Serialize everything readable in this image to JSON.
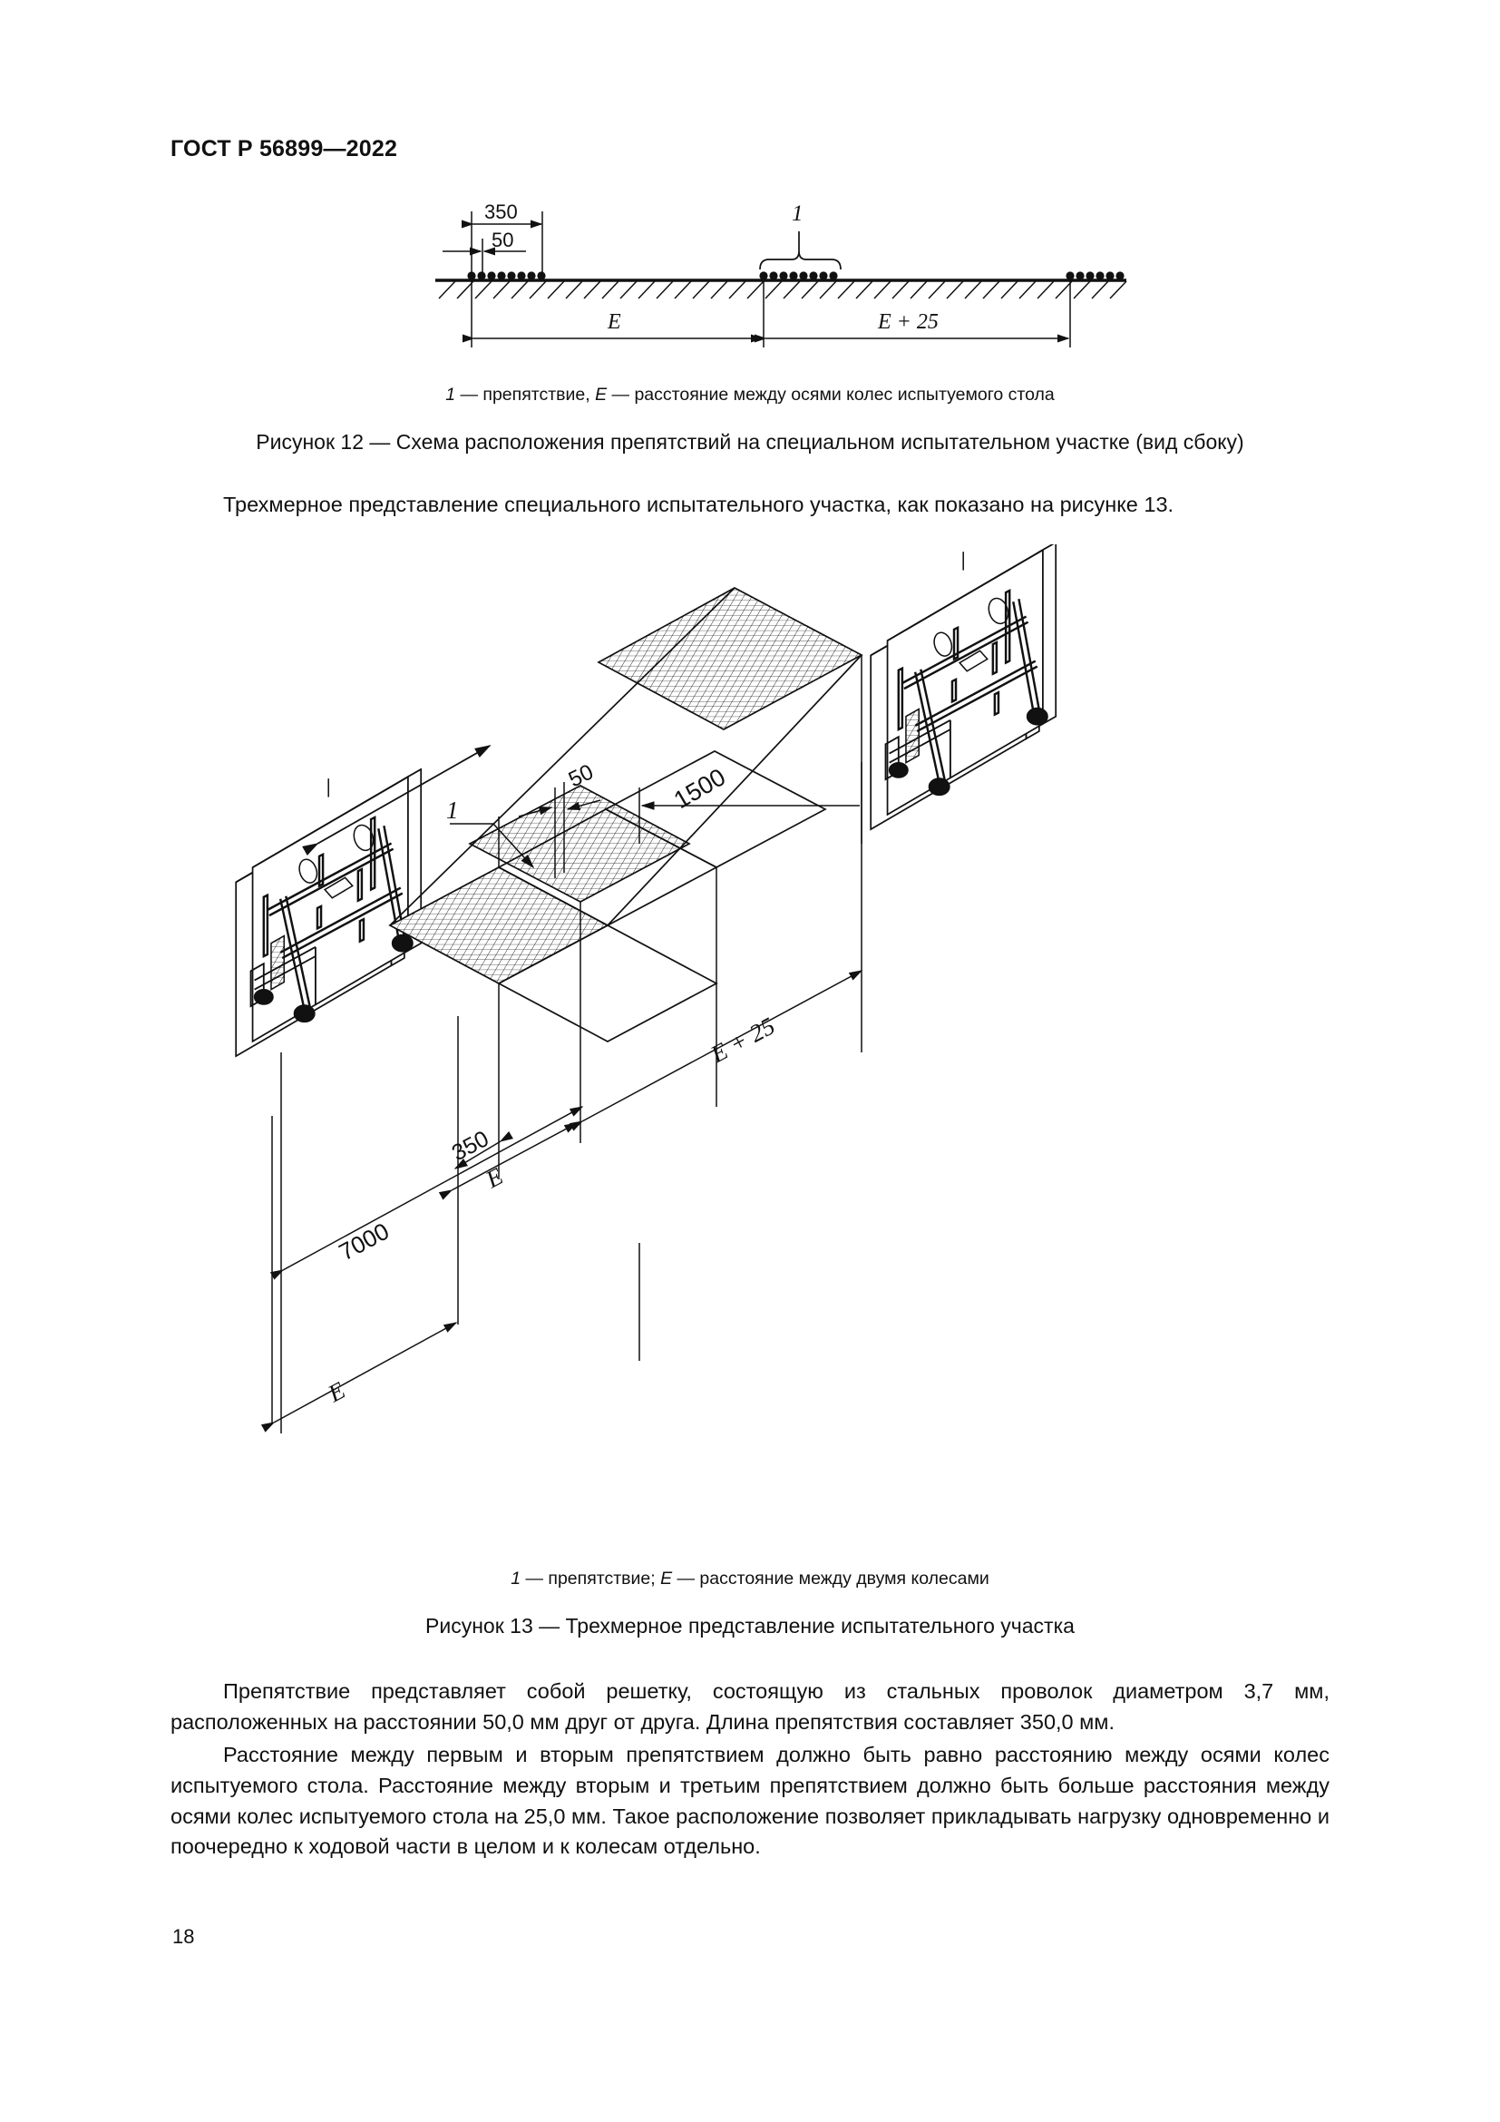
{
  "document": {
    "standard_header": "ГОСТ Р 56899—2022",
    "page_number": "18"
  },
  "figure12": {
    "key": "1 — препятствие, E — расстояние между осями колес испытуемого стола",
    "key_parts": {
      "item_no": "1",
      "item_sep": " — препятствие, ",
      "symbol": "E",
      "symbol_text": " — расстояние между осями колес испытуемого стола"
    },
    "title": "Рисунок 12 — Схема расположения препятствий на специальном испытательном участке (вид сбоку)",
    "labels": {
      "dim_350": "350",
      "dim_50": "50",
      "dim_E": "E",
      "dim_E25": "E + 25",
      "callout_1": "1"
    }
  },
  "intro_paragraph": "Трехмерное представление специального испытательного участка, как показано на рисунке 13.",
  "figure13": {
    "key": "1 — препятствие; E — расстояние между двумя колесами",
    "key_parts": {
      "item_no": "1",
      "item_sep": " — препятствие; ",
      "symbol": "E",
      "symbol_text": " — расстояние между двумя колесами"
    },
    "title": "Рисунок 13 — Трехмерное представление испытательного участка",
    "labels": {
      "dim_1500": "1500",
      "dim_50": "50",
      "callout_1": "1",
      "dim_350": "350",
      "dim_E_mid": "E",
      "dim_E25": "E + 25",
      "dim_7000": "7000",
      "dim_E_left": "E"
    }
  },
  "body": {
    "paragraph_1": "Препятствие представляет собой решетку, состоящую из стальных проволок диаметром 3,7 мм, расположенных на расстоянии 50,0 мм друг от друга. Длина препятствия составляет 350,0 мм.",
    "paragraph_2": "Расстояние между первым и вторым препятствием должно быть равно расстоянию между осями колес испытуемого стола. Расстояние между вторым и третьим препятствием должно быть больше расстояния между осями колес испытуемого стола на 25,0 мм. Такое расположение позволяет прикладывать нагрузку одновременно и поочередно к ходовой части в целом и к колесам отдельно."
  }
}
